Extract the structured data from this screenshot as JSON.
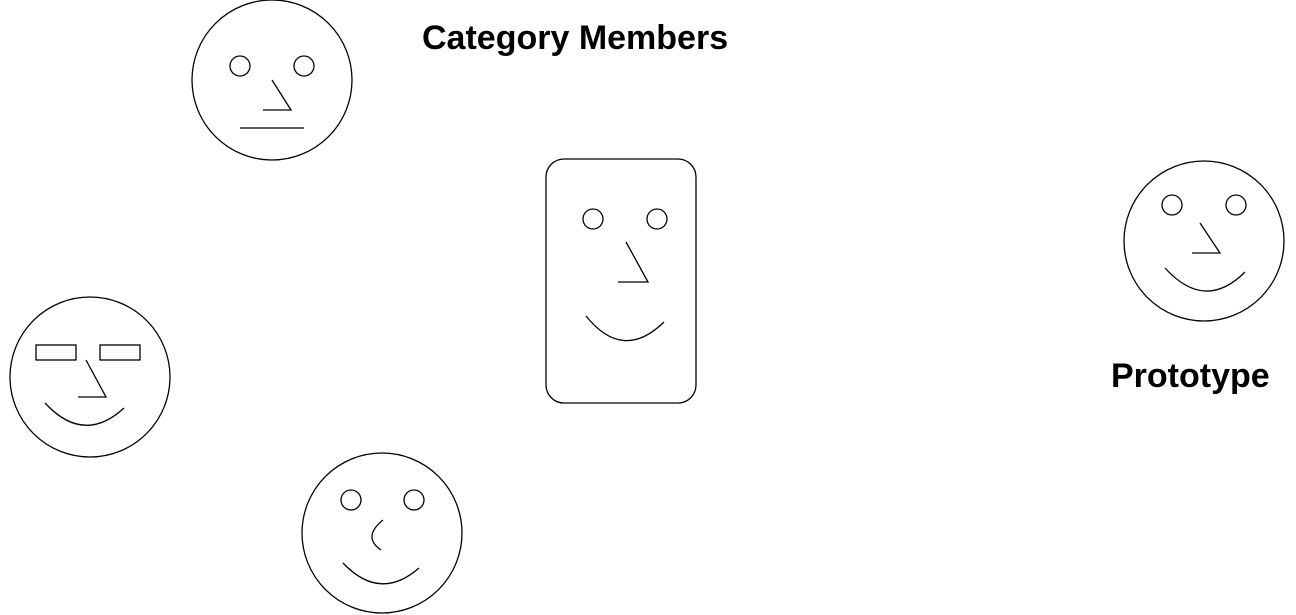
{
  "labels": {
    "category_members": "Category Members",
    "prototype": "Prototype"
  },
  "colors": {
    "background": "#ffffff",
    "ink": "#000000"
  },
  "faces": [
    {
      "id": "face-top-left",
      "head": "circle",
      "eyes": "circles",
      "nose": "angled-line",
      "mouth": "straight-line"
    },
    {
      "id": "face-left",
      "head": "circle",
      "eyes": "rectangles",
      "nose": "angled-line",
      "mouth": "smile"
    },
    {
      "id": "face-bottom",
      "head": "circle",
      "eyes": "circles",
      "nose": "curved",
      "mouth": "smile"
    },
    {
      "id": "face-center",
      "head": "rounded-rectangle",
      "eyes": "circles",
      "nose": "angled-line",
      "mouth": "smile"
    },
    {
      "id": "face-prototype",
      "head": "circle",
      "eyes": "circles",
      "nose": "angled-line",
      "mouth": "smile"
    }
  ]
}
